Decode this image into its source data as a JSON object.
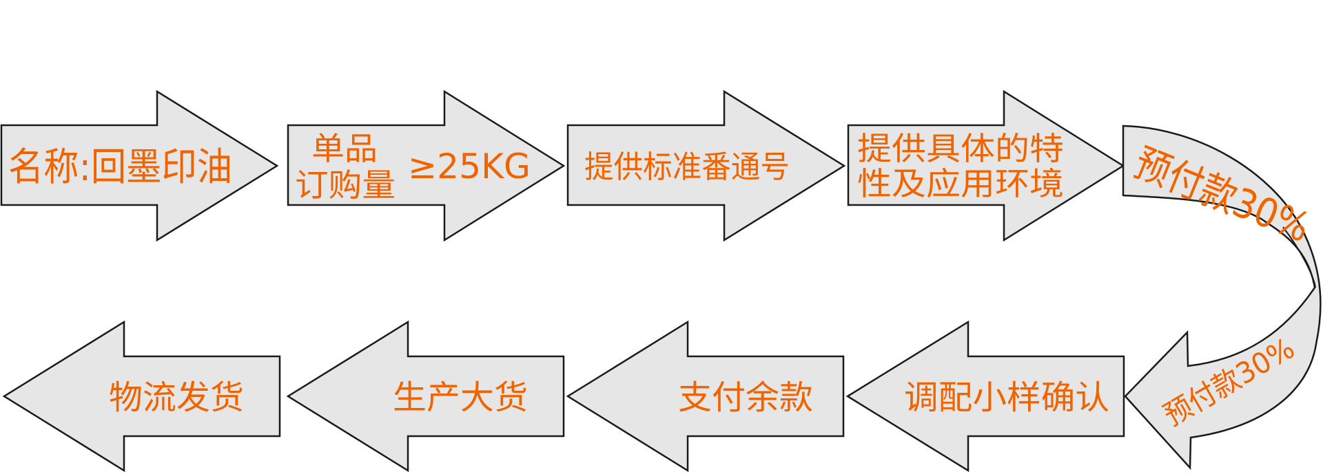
{
  "colors": {
    "arrow_fill": "#e6e6e6",
    "arrow_stroke": "#1a1a1a",
    "text": "#f06400"
  },
  "flow": {
    "step1": {
      "text": "名称:回墨印油"
    },
    "step2": {
      "line1": "单品",
      "line2": "订购量",
      "side": "≥25KG"
    },
    "step3": {
      "text": "提供标准番通号"
    },
    "step4": {
      "line1": "提供具体的特",
      "line2": "性及应用环境"
    },
    "curve_top": {
      "text": "预付款30%"
    },
    "curve_bottom": {
      "text": "预付款30%"
    },
    "step5": {
      "text": "调配小样确认"
    },
    "step6": {
      "text": "支付余款"
    },
    "step7": {
      "text": "生产大货"
    },
    "step8": {
      "text": "物流发货"
    }
  }
}
